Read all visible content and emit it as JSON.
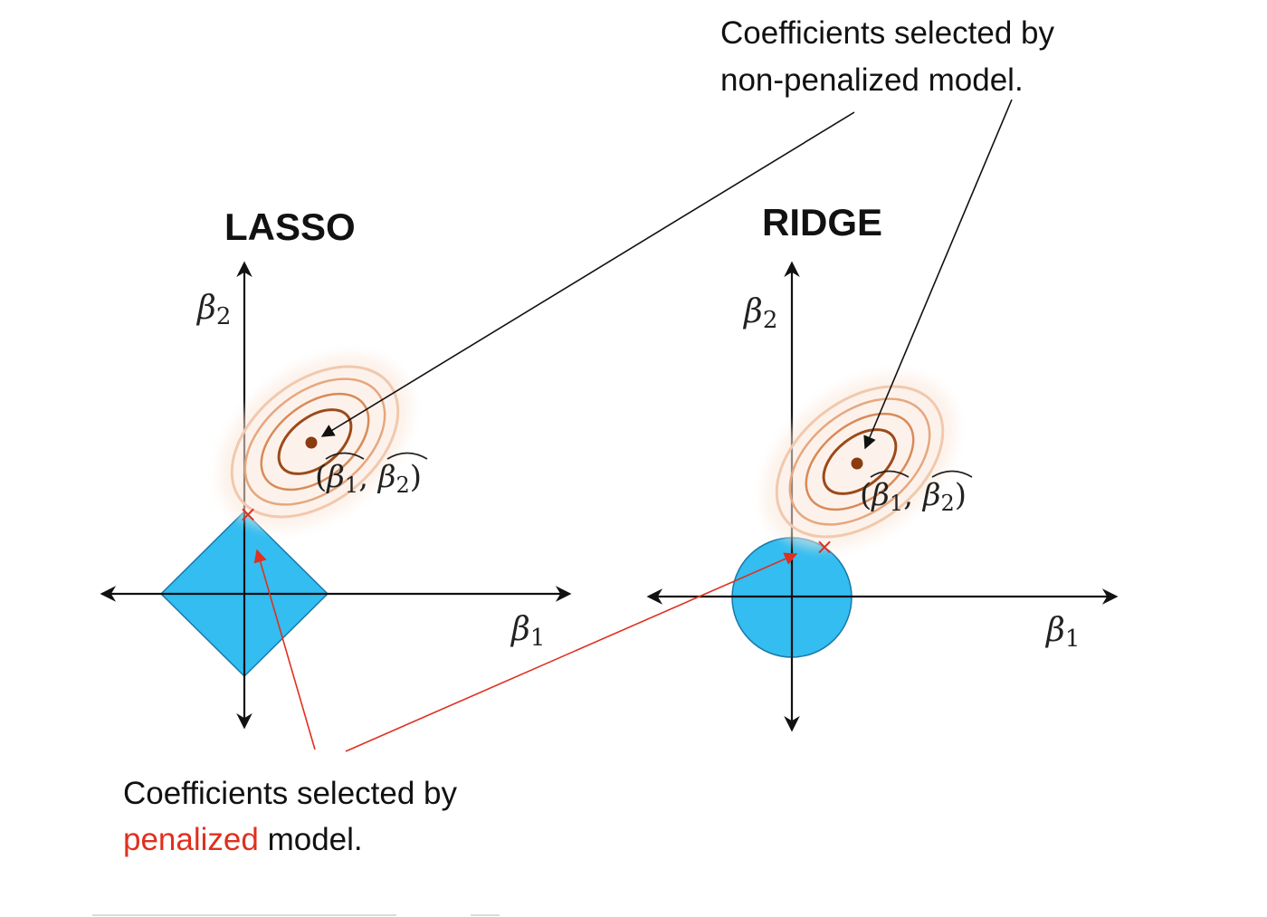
{
  "colors": {
    "constraint_fill": "#33bdf0",
    "constraint_edge": "#1a78a8",
    "contour_dark": "#9c4a1a",
    "contour_light": "#e6a77e",
    "point": "#8a3b10",
    "callout_black": "#111111",
    "callout_red": "#e0301e",
    "axis": "#111111"
  },
  "annotations": {
    "top_line1": "Coefficients selected by",
    "top_line2": "non-penalized model.",
    "bottom_line1": "Coefficients selected by",
    "bottom_red_word": "penalized",
    "bottom_tail": " model."
  },
  "panels": [
    {
      "title": "LASSO",
      "constraint_shape": "diamond",
      "axis_x_symbol": "β",
      "axis_x_subscript": "1",
      "axis_y_symbol": "β",
      "axis_y_subscript": "2",
      "estimate_label": {
        "open": "(",
        "sym1": "β",
        "sub1": "1",
        "sep": ", ",
        "sym2": "β",
        "sub2": "2",
        "close": ")"
      },
      "selection_marker": "×"
    },
    {
      "title": "RIDGE",
      "constraint_shape": "circle",
      "axis_x_symbol": "β",
      "axis_x_subscript": "1",
      "axis_y_symbol": "β",
      "axis_y_subscript": "2",
      "estimate_label": {
        "open": "(",
        "sym1": "β",
        "sub1": "1",
        "sep": ", ",
        "sym2": "β",
        "sub2": "2",
        "close": ")"
      },
      "selection_marker": "×"
    }
  ]
}
